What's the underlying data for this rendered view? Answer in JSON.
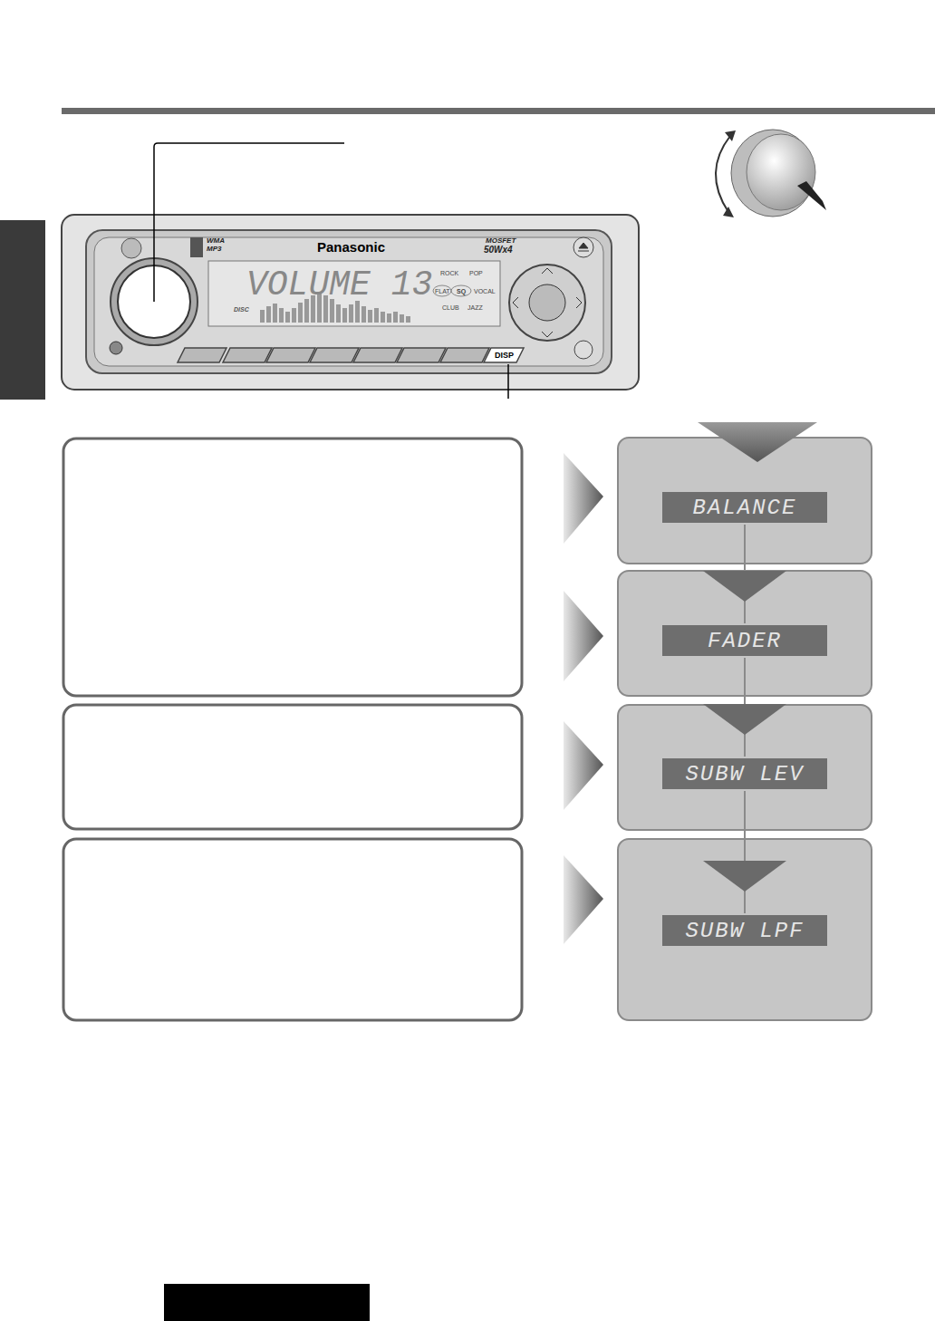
{
  "diagram": {
    "nodes": [
      {
        "text": [
          "BALANCE"
        ]
      },
      {
        "text": [
          "FADER"
        ]
      },
      {
        "text": [
          "SUBW LEV"
        ]
      },
      {
        "text": [
          "SUBW LPF"
        ]
      }
    ],
    "edges": [
      {
        "from": 0,
        "to": 1,
        "arrow": "to"
      },
      {
        "from": 1,
        "to": 2,
        "arrow": "to"
      },
      {
        "from": 2,
        "to": 3,
        "arrow": "to"
      }
    ],
    "labels": [
      "Panasonic",
      "WMA",
      "MP3",
      "MOSFET",
      "50Wx4",
      "VOLUME 13",
      "ROCK",
      "POP",
      "FLAT",
      "SQ",
      "VOCAL",
      "CLUB",
      "JAZZ",
      "DISC",
      "DISP"
    ]
  }
}
